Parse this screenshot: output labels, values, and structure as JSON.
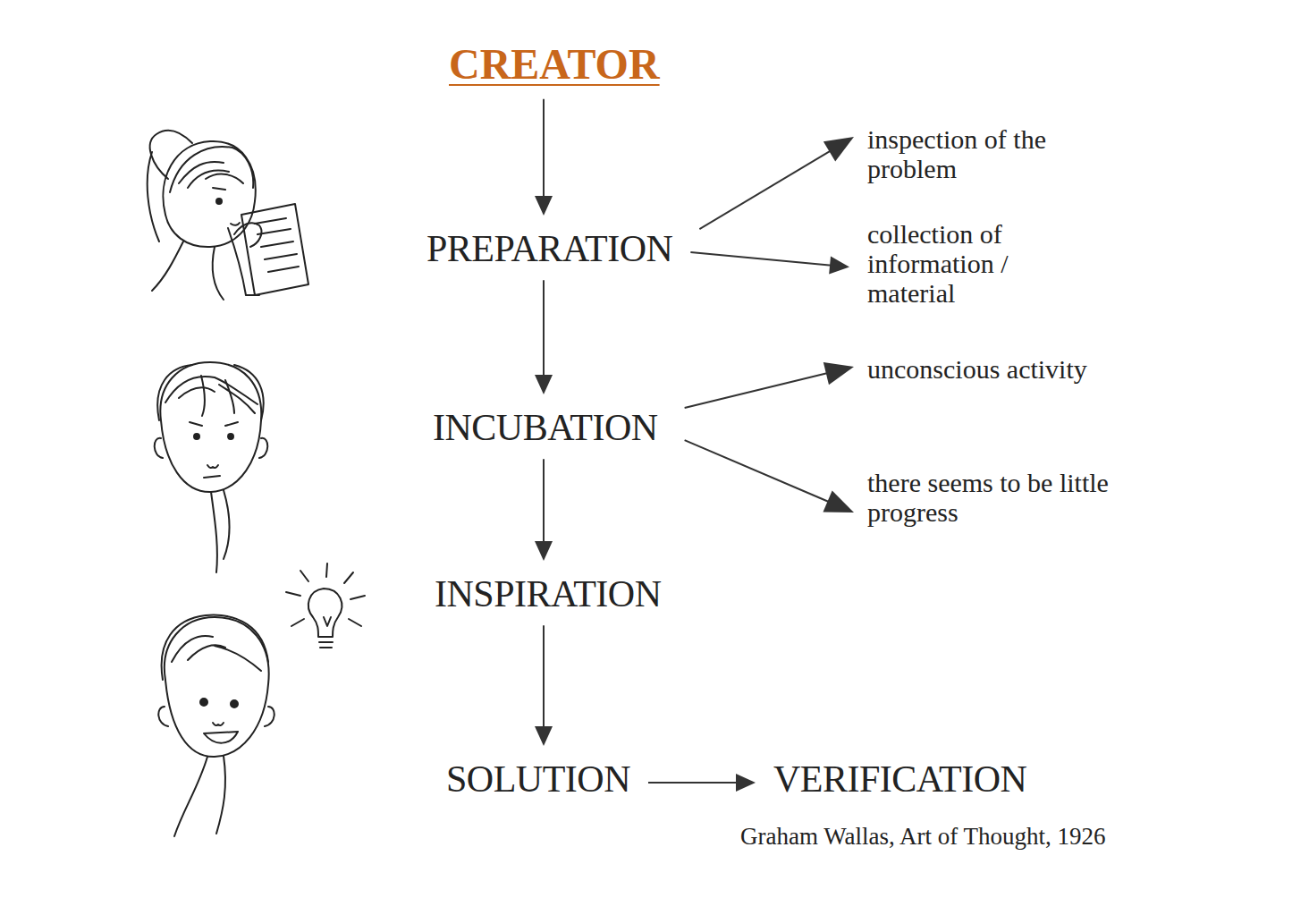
{
  "diagram": {
    "caption": "Graham Wallas, Art of Thought, 1926",
    "nodes": [
      {
        "text": [
          "CREATOR"
        ]
      },
      {
        "text": [
          "PREPARATION"
        ]
      },
      {
        "text": [
          "inspection of the problem"
        ]
      },
      {
        "text": [
          "collection of information / material"
        ]
      },
      {
        "text": [
          "INCUBATION"
        ]
      },
      {
        "text": [
          "unconscious activity"
        ]
      },
      {
        "text": [
          "there seems to be little progress"
        ]
      },
      {
        "text": [
          "INSPIRATION"
        ]
      },
      {
        "text": [
          "SOLUTION"
        ]
      },
      {
        "text": [
          "VERIFICATION"
        ]
      }
    ],
    "edges": [
      {
        "from": 0,
        "to": 1,
        "arrow": "to"
      },
      {
        "from": 1,
        "to": 2,
        "arrow": "to"
      },
      {
        "from": 1,
        "to": 3,
        "arrow": "to"
      },
      {
        "from": 1,
        "to": 4,
        "arrow": "to"
      },
      {
        "from": 4,
        "to": 5,
        "arrow": "to"
      },
      {
        "from": 4,
        "to": 6,
        "arrow": "to"
      },
      {
        "from": 4,
        "to": 7,
        "arrow": "to"
      },
      {
        "from": 7,
        "to": 8,
        "arrow": "to"
      },
      {
        "from": 8,
        "to": 9,
        "arrow": "to"
      }
    ]
  }
}
